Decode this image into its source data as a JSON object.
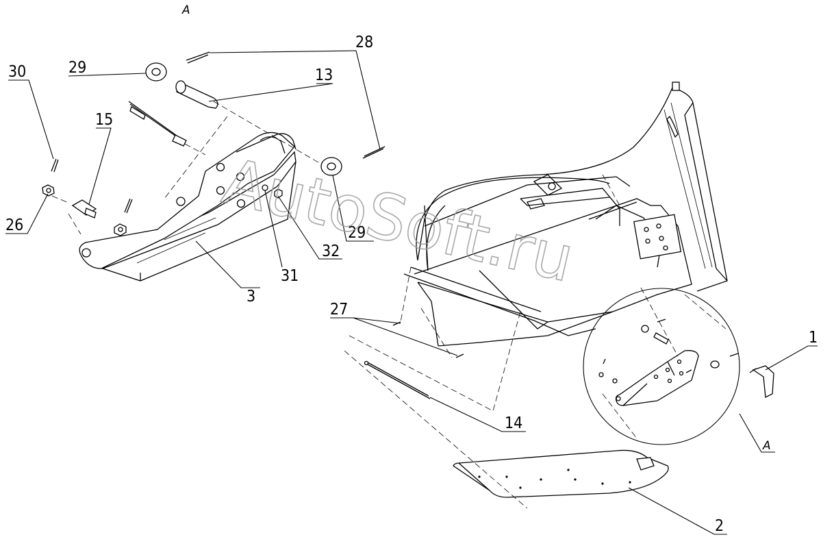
{
  "title": "A",
  "watermark": "AutoSoft.ru",
  "labels": {
    "l1": "1",
    "l2": "2",
    "l3": "3",
    "l13": "13",
    "l14": "14",
    "l15": "15",
    "l26": "26",
    "l27": "27",
    "l28": "28",
    "l29a": "29",
    "l29b": "29",
    "l30": "30",
    "l31": "31",
    "l32": "32",
    "detail": "A"
  }
}
